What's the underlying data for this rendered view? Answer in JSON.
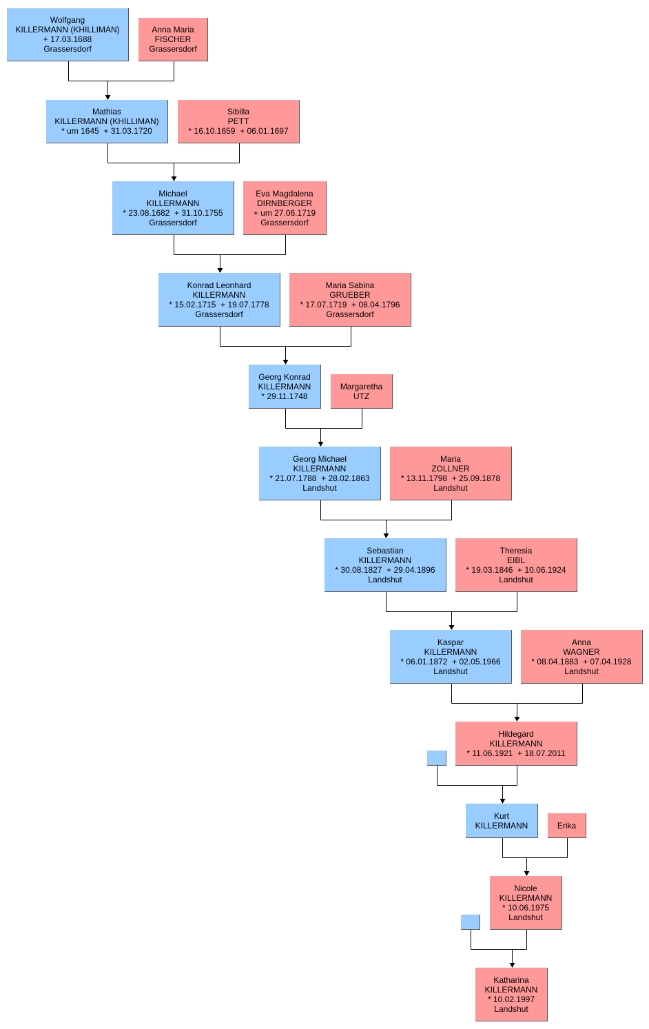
{
  "colors": {
    "male": "#99ccff",
    "female": "#ff9999",
    "line": "#000000"
  },
  "persons": {
    "p1": {
      "sex": "m",
      "lines": [
        "Wolfgang",
        "KILLERMANN (KHILLIMAN)",
        "+ 17.03.1688",
        "Grassersdorf"
      ]
    },
    "p2": {
      "sex": "f",
      "lines": [
        "Anna Maria",
        "FISCHER",
        "Grassersdorf"
      ]
    },
    "p3": {
      "sex": "m",
      "lines": [
        "Mathias",
        "KILLERMANN (KHILLIMAN)",
        "* um 1645  + 31.03.1720"
      ]
    },
    "p4": {
      "sex": "f",
      "lines": [
        "Sibilla",
        "PETT",
        "* 16.10.1659  + 06.01.1697"
      ]
    },
    "p5": {
      "sex": "m",
      "lines": [
        "Michael",
        "KILLERMANN",
        "* 23.08.1682  + 31.10.1755",
        "Grassersdorf"
      ]
    },
    "p6": {
      "sex": "f",
      "lines": [
        "Eva Magdalena",
        "DIRNBERGER",
        "+ um 27.06.1719",
        "Grassersdorf"
      ]
    },
    "p7": {
      "sex": "m",
      "lines": [
        "Konrad Leonhard",
        "KILLERMANN",
        "* 15.02.1715  + 19.07.1778",
        "Grassersdorf"
      ]
    },
    "p8": {
      "sex": "f",
      "lines": [
        "Maria Sabina",
        "GRUEBER",
        "* 17.07.1719  + 08.04.1796",
        "Grassersdorf"
      ]
    },
    "p9": {
      "sex": "m",
      "lines": [
        "Georg Konrad",
        "KILLERMANN",
        "* 29.11.1748"
      ]
    },
    "p10": {
      "sex": "f",
      "lines": [
        "Margaretha",
        "UTZ"
      ]
    },
    "p11": {
      "sex": "m",
      "lines": [
        "Georg Michael",
        "KILLERMANN",
        "* 21.07.1788  + 28.02.1863",
        "Landshut"
      ]
    },
    "p12": {
      "sex": "f",
      "lines": [
        "Maria",
        "ZOLLNER",
        "* 13.11.1798  + 25.09.1878",
        "Landshut"
      ]
    },
    "p13": {
      "sex": "m",
      "lines": [
        "Sebastian",
        "KILLERMANN",
        "* 30.08.1827  + 29.04.1896",
        "Landshut"
      ]
    },
    "p14": {
      "sex": "f",
      "lines": [
        "Theresia",
        "EIBL",
        "* 19.03.1846  + 10.06.1924",
        "Landshut"
      ]
    },
    "p15": {
      "sex": "m",
      "lines": [
        "Kaspar",
        "KILLERMANN",
        "* 06.01.1872  + 02.05.1966",
        "Landshut"
      ]
    },
    "p16": {
      "sex": "f",
      "lines": [
        "Anna",
        "WAGNER",
        "* 08.04.1883  + 07.04.1928",
        "Landshut"
      ]
    },
    "p17": {
      "sex": "f",
      "lines": [
        "Hildegard",
        "KILLERMANN",
        "* 11.06.1921  + 18.07.2011"
      ]
    },
    "p18": {
      "sex": "m",
      "lines": []
    },
    "p19": {
      "sex": "m",
      "lines": [
        "Kurt",
        "KILLERMANN"
      ]
    },
    "p20": {
      "sex": "f",
      "lines": [
        "Erika"
      ]
    },
    "p21": {
      "sex": "f",
      "lines": [
        "Nicole",
        "KILLERMANN",
        "* 10.06.1975",
        "Landshut"
      ]
    },
    "p22": {
      "sex": "m",
      "lines": []
    },
    "p23": {
      "sex": "f",
      "lines": [
        "Katharina",
        "KILLERMANN",
        "* 10.02.1997",
        "Landshut"
      ]
    }
  },
  "families": [
    {
      "a": "p1",
      "b": "p2",
      "child": "p3"
    },
    {
      "a": "p3",
      "b": "p4",
      "child": "p5"
    },
    {
      "a": "p5",
      "b": "p6",
      "child": "p7"
    },
    {
      "a": "p7",
      "b": "p8",
      "child": "p9"
    },
    {
      "a": "p9",
      "b": "p10",
      "child": "p11"
    },
    {
      "a": "p11",
      "b": "p12",
      "child": "p13"
    },
    {
      "a": "p13",
      "b": "p14",
      "child": "p15"
    },
    {
      "a": "p15",
      "b": "p16",
      "child": "p17"
    },
    {
      "a": "p18",
      "b": "p17",
      "child": "p19"
    },
    {
      "a": "p19",
      "b": "p20",
      "child": "p21"
    },
    {
      "a": "p22",
      "b": "p21",
      "child": "p23"
    }
  ]
}
